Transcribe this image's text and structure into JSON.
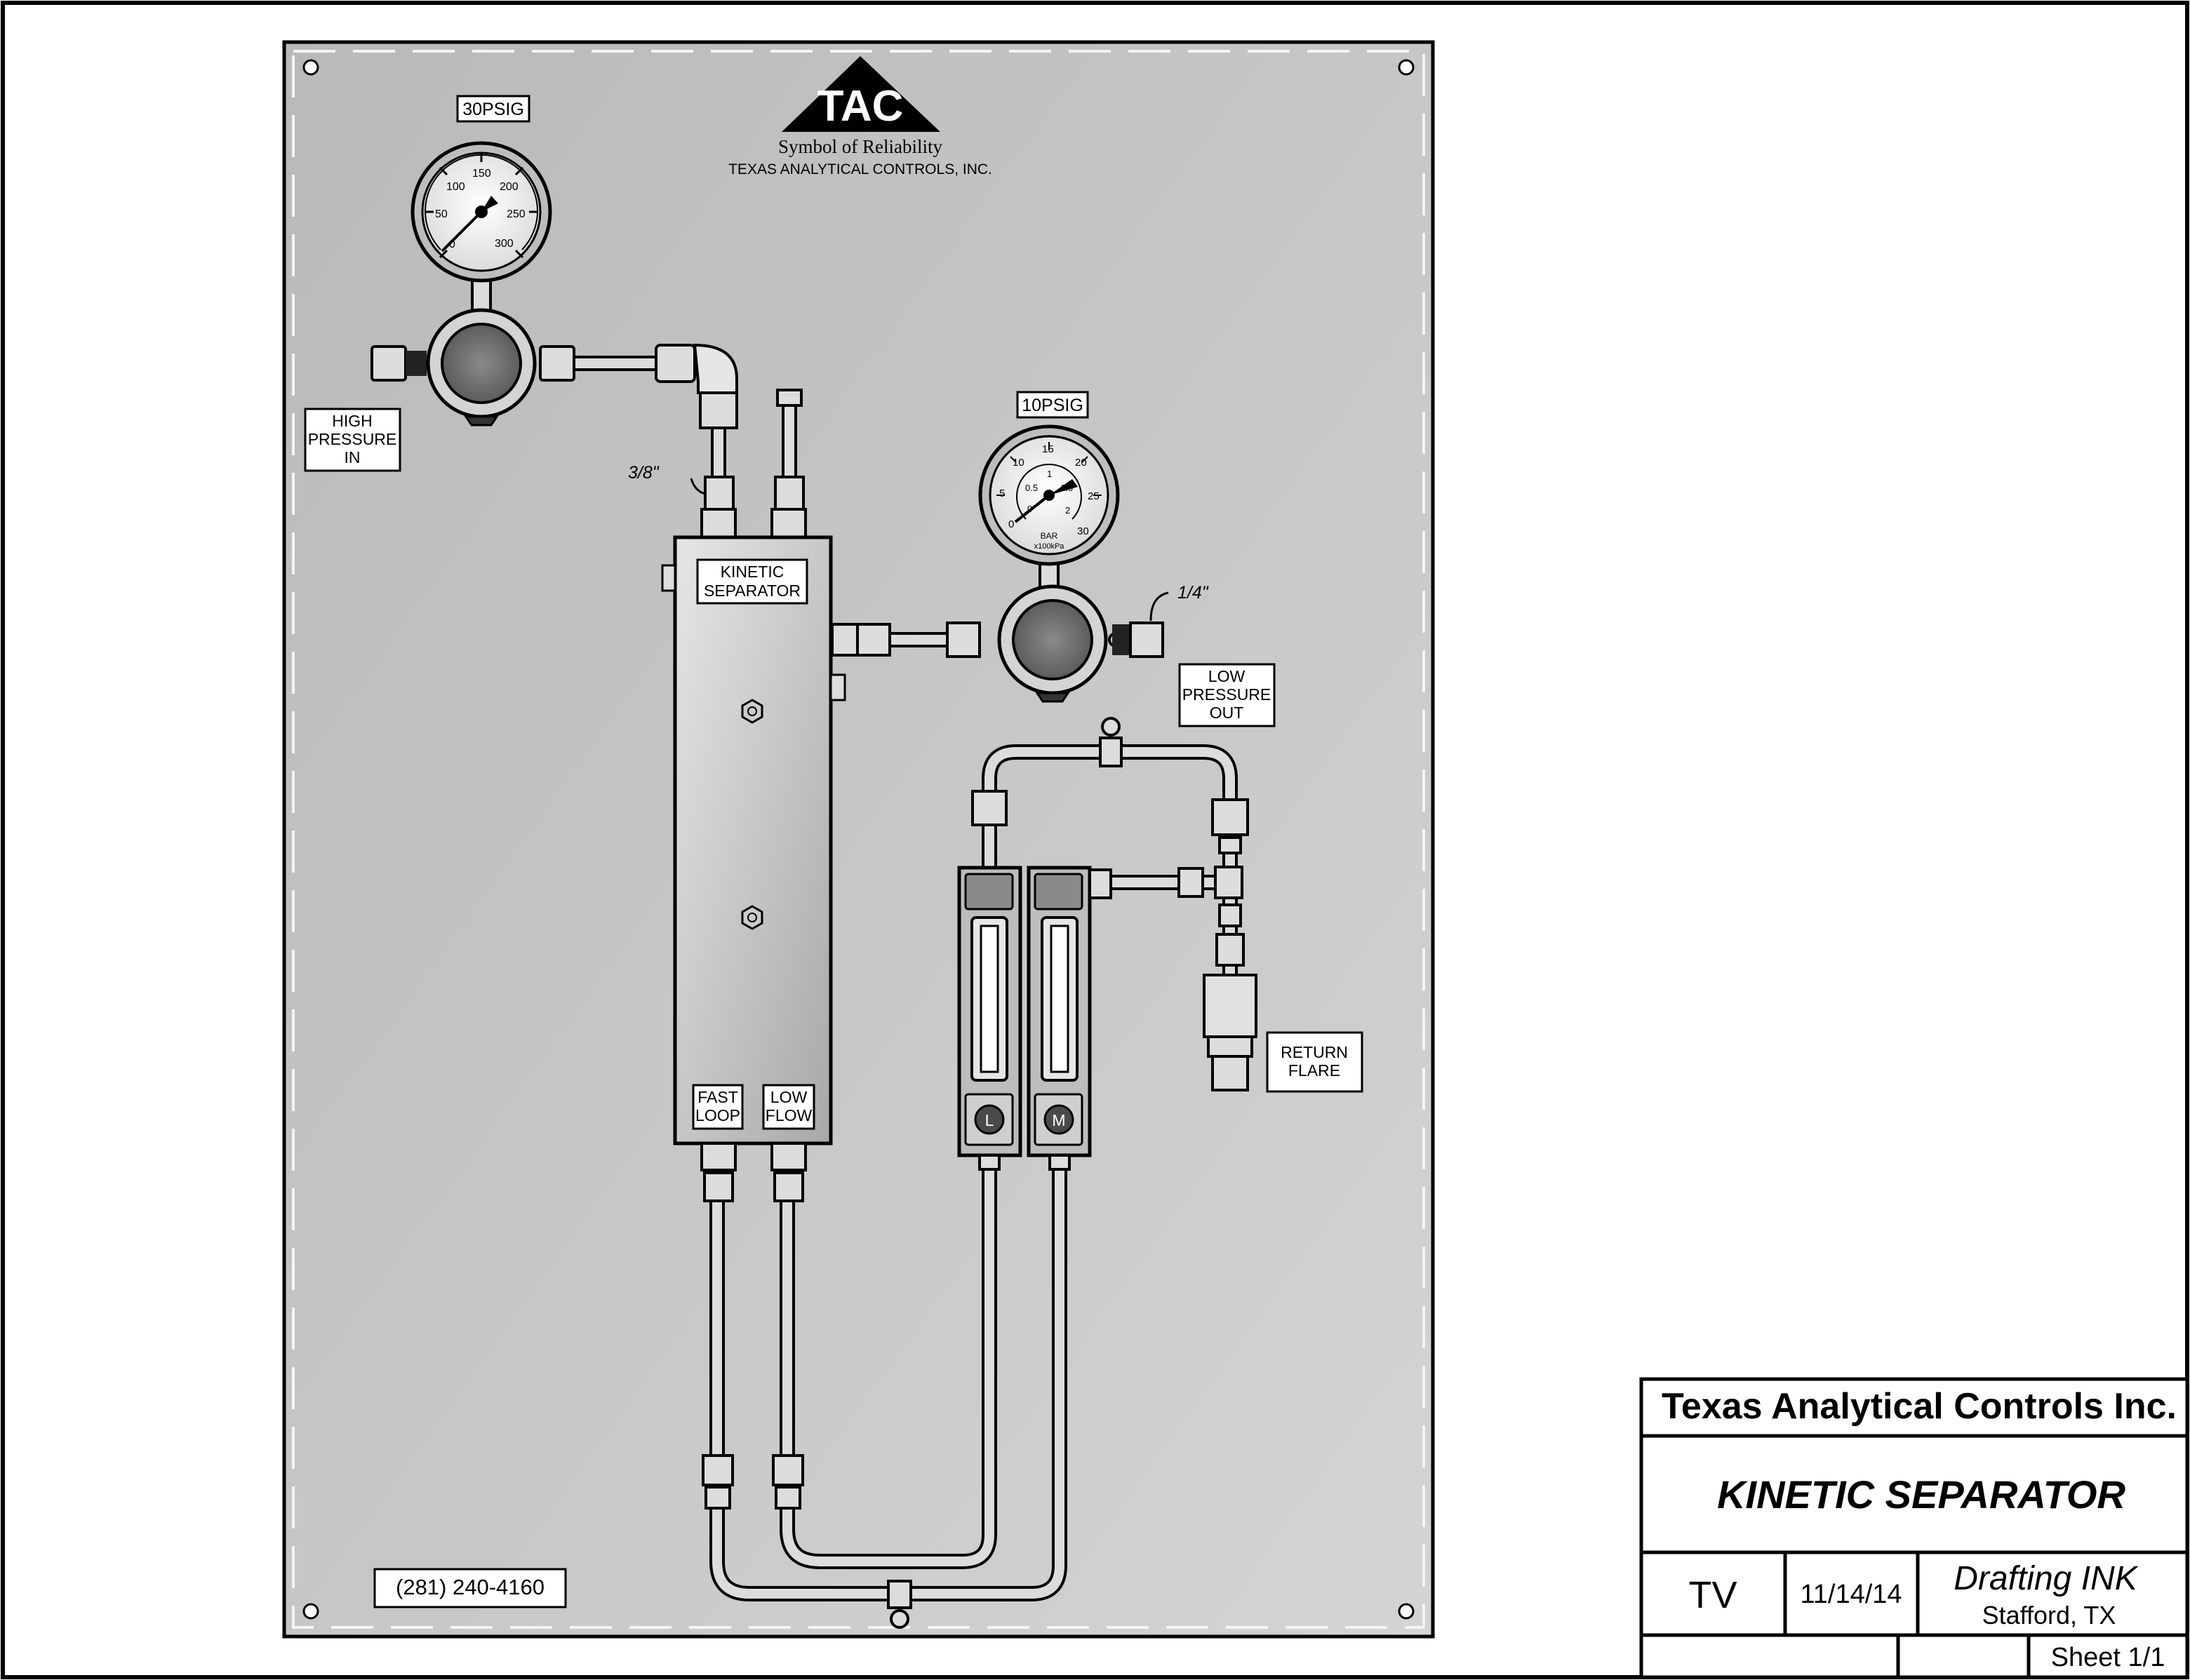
{
  "panel": {
    "logo": {
      "letters": "TAC",
      "tagline": "Symbol of Reliability",
      "company_line": "TEXAS ANALYTICAL CONTROLS, INC."
    },
    "phone": "(281) 240-4160",
    "labels": {
      "gauge_high_range": "30PSIG",
      "gauge_low_range": "10PSIG",
      "high_pressure_in": [
        "HIGH",
        "PRESSURE",
        "IN"
      ],
      "low_pressure_out": [
        "LOW",
        "PRESSURE",
        "OUT"
      ],
      "kinetic_separator": [
        "KINETIC",
        "SEPARATOR"
      ],
      "fast_loop": [
        "FAST",
        "LOOP"
      ],
      "low_flow": [
        "LOW",
        "FLOW"
      ],
      "return_flare": [
        "RETURN",
        "FLARE"
      ],
      "tube_3_8": "3/8\"",
      "tube_1_4": "1/4\""
    },
    "gauge_high_ticks": [
      "0",
      "50",
      "100",
      "150",
      "200",
      "250",
      "300"
    ],
    "gauge_low_outer_ticks": [
      "0",
      "5",
      "10",
      "15",
      "20",
      "25",
      "30"
    ],
    "gauge_low_inner_ticks": [
      "0",
      "0.5",
      "1",
      "1.5",
      "2"
    ],
    "gauge_low_unit": [
      "BAR",
      "x100kPa"
    ],
    "flowmeter_letters": [
      "L",
      "M"
    ]
  },
  "title_block": {
    "company": "Texas Analytical Controls Inc.",
    "drawing_title": "KINETIC SEPARATOR",
    "drawn_by": "TV",
    "date": "11/14/14",
    "drafter": "Drafting INK",
    "location": "Stafford, TX",
    "sheet": "Sheet 1/1"
  },
  "colors": {
    "panel": "#c8c8c8",
    "tube": "#d9d9d9",
    "outline": "#000000",
    "lens": "#7a7a7a"
  }
}
